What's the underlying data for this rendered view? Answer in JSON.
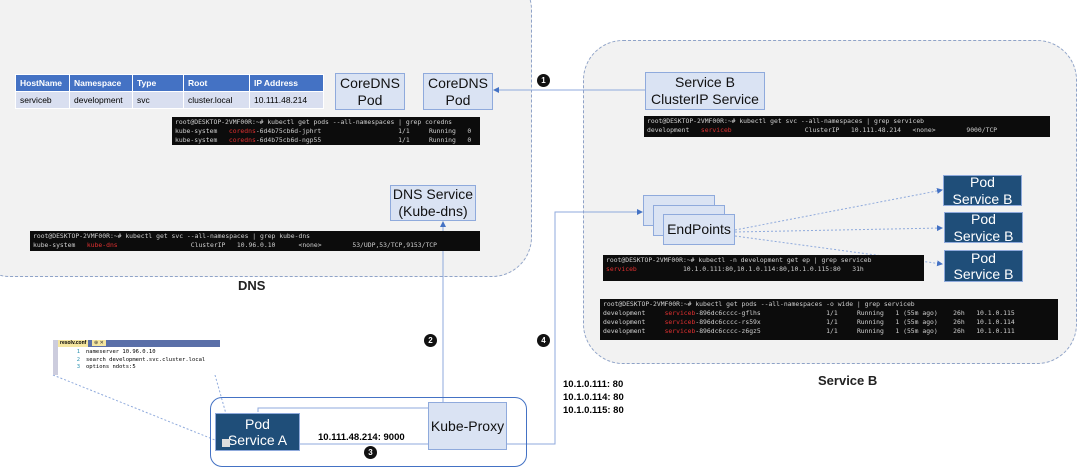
{
  "regions": {
    "dns": "DNS",
    "service_b": "Service B"
  },
  "dns_table": {
    "headers": [
      "HostName",
      "Namespace",
      "Type",
      "Root",
      "IP Address"
    ],
    "row": [
      "serviceb",
      "development",
      "svc",
      "cluster.local",
      "10.111.48.214"
    ]
  },
  "coredns_pods": [
    "CoreDNS\nPod",
    "CoreDNS\nPod"
  ],
  "dns_service": "DNS Service\n(Kube-dns)",
  "service_b_box": "Service B\nClusterIP Service",
  "endpoints": "EndPoints",
  "pods_b": [
    "Pod\nService B",
    "Pod\nService B",
    "Pod\nService B"
  ],
  "pod_a": "Pod\nService A",
  "kube_proxy": "Kube-Proxy",
  "cluster_ip_label": "10.111.48.214: 9000",
  "endpoint_ips": [
    "10.1.0.111: 80",
    "10.1.0.114: 80",
    "10.1.0.115: 80"
  ],
  "badges": [
    "1",
    "2",
    "3",
    "4"
  ],
  "terminals": {
    "coredns": {
      "cmd": "root@DESKTOP-2VMF00R:~# kubectl get pods --all-namespaces | grep coredns",
      "rows": [
        [
          "kube-system   ",
          "coredns",
          "-6d4b75cb6d-jphrt                    1/1     Running   0"
        ],
        [
          "kube-system   ",
          "coredns",
          "-6d4b75cb6d-ngp55                    1/1     Running   0"
        ]
      ]
    },
    "kubedns": {
      "cmd": "root@DESKTOP-2VMF00R:~# kubectl get svc --all-namespaces | grep kube-dns",
      "rows": [
        [
          "kube-system   ",
          "kube-dns",
          "                   ClusterIP   10.96.0.10      <none>        53/UDP,53/TCP,9153/TCP"
        ]
      ]
    },
    "svc_serviceb": {
      "cmd": "root@DESKTOP-2VMF00R:~# kubectl get svc --all-namespaces | grep serviceb",
      "rows": [
        [
          "development   ",
          "serviceb",
          "                   ClusterIP   10.111.48.214   <none>        9000/TCP"
        ]
      ]
    },
    "ep": {
      "cmd": "root@DESKTOP-2VMF00R:~# kubectl -n development get ep | grep serviceb",
      "rows": [
        [
          "",
          "serviceb",
          "            10.1.0.111:80,10.1.0.114:80,10.1.0.115:80   31h"
        ]
      ]
    },
    "pods_wide": {
      "cmd": "root@DESKTOP-2VMF00R:~# kubectl get pods --all-namespaces -o wide | grep serviceb",
      "rows": [
        [
          "development     ",
          "serviceb",
          "-896dc6cccc-gflhs                 1/1     Running   1 (55m ago)    26h   10.1.0.115"
        ],
        [
          "development     ",
          "serviceb",
          "-896dc6cccc-rs59x                 1/1     Running   1 (55m ago)    26h   10.1.0.114"
        ],
        [
          "development     ",
          "serviceb",
          "-896dc6cccc-z6gz5                 1/1     Running   1 (55m ago)    26h   10.1.0.111"
        ]
      ]
    }
  },
  "resolv": {
    "tab": "resolv.conf",
    "tab_icons": "⊕ ✕",
    "lines": [
      [
        "1",
        "nameserver 10.96.0.10"
      ],
      [
        "2",
        "search development.svc.cluster.local"
      ],
      [
        "3",
        "options ndots:5"
      ]
    ]
  }
}
